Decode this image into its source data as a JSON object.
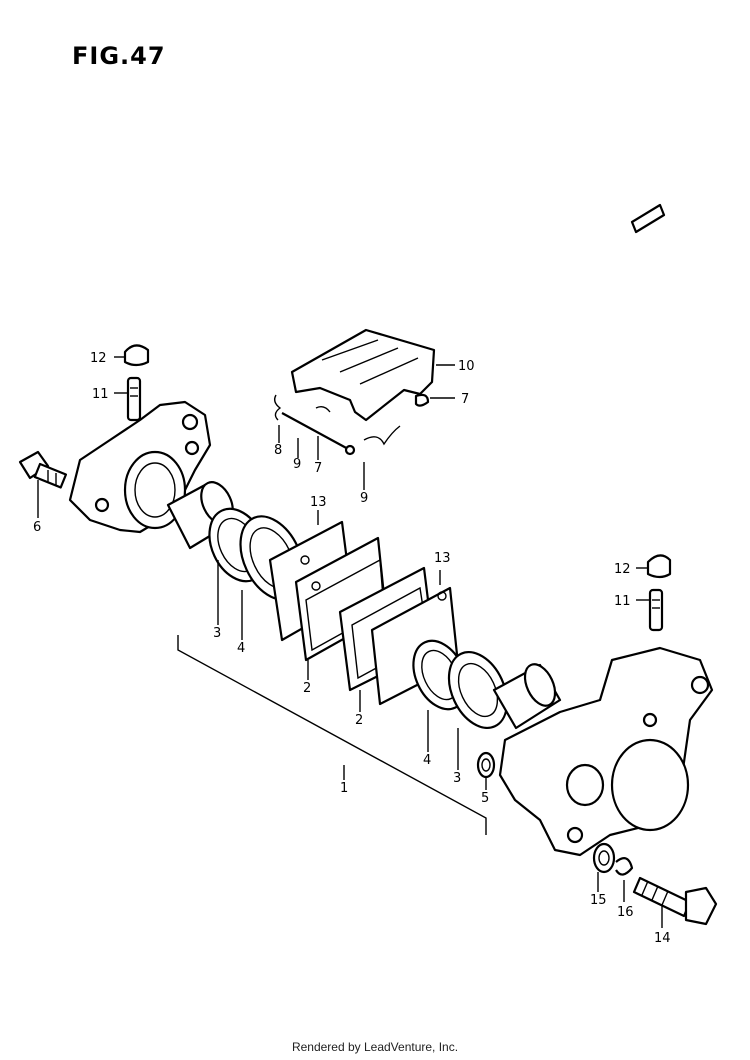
{
  "figure_title": "FIG.47",
  "footer": "Rendered by LeadVenture, Inc.",
  "callouts": {
    "c1": "1",
    "c2a": "2",
    "c2b": "2",
    "c3a": "3",
    "c3b": "3",
    "c4a": "4",
    "c4b": "4",
    "c5": "5",
    "c6": "6",
    "c7a": "7",
    "c7b": "7",
    "c8": "8",
    "c9a": "9",
    "c9b": "9",
    "c10": "10",
    "c11a": "11",
    "c11b": "11",
    "c12a": "12",
    "c12b": "12",
    "c13a": "13",
    "c13b": "13",
    "c14": "14",
    "c15": "15",
    "c16": "16"
  }
}
